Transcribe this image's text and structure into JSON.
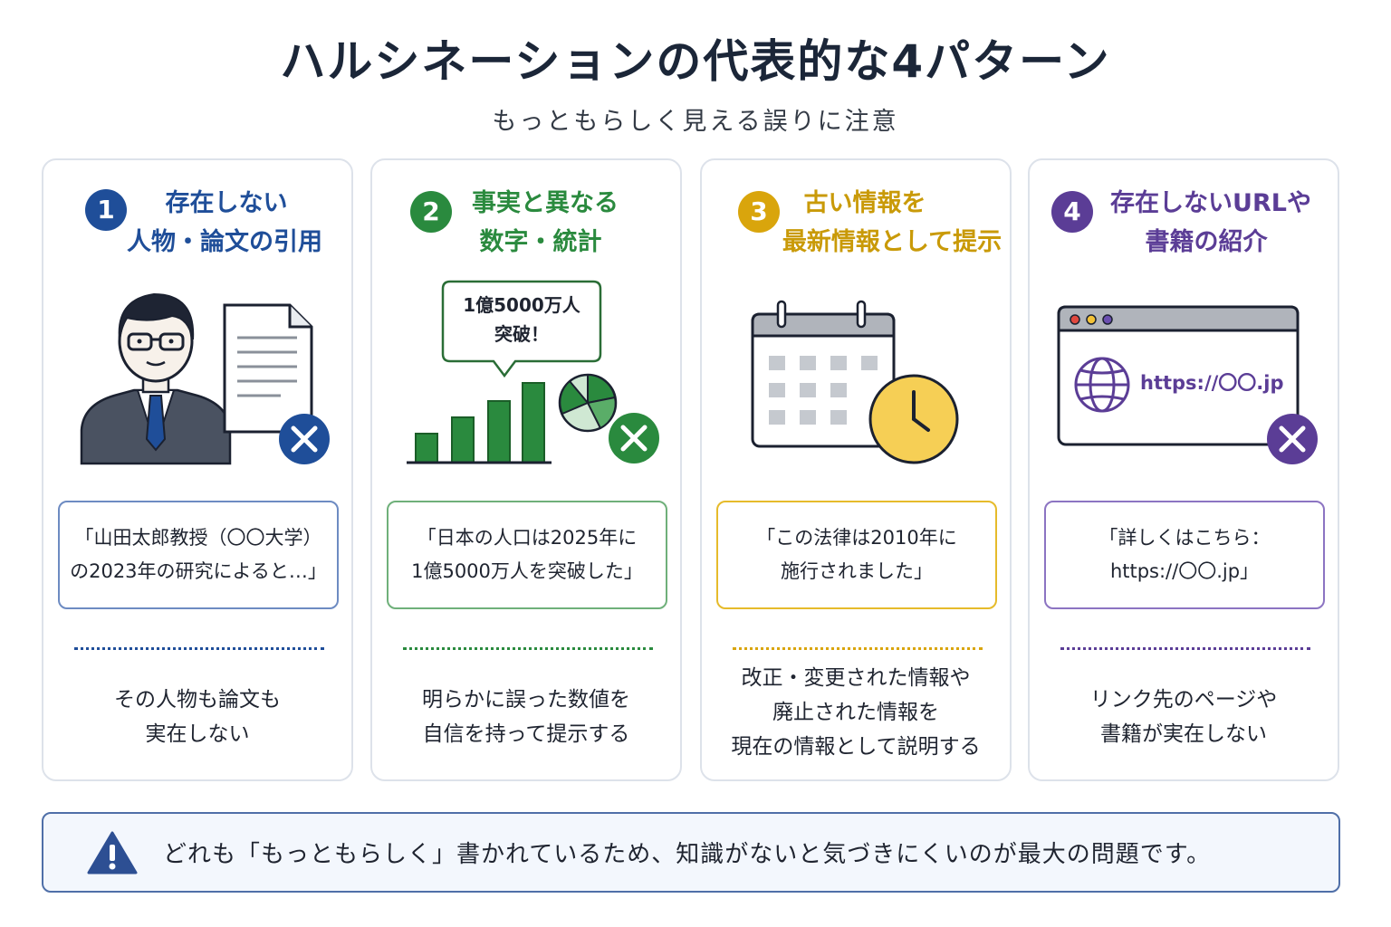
{
  "header": {
    "title": "ハルシネーションの代表的な4パターン",
    "subtitle": "もっともらしく見える誤りに注意"
  },
  "colors": {
    "blue": "#1f4e99",
    "green": "#2a8a3e",
    "yellow": "#d9a50c",
    "purple": "#5b3d96",
    "footer_border": "#4f6fa8"
  },
  "cards": [
    {
      "number": "1",
      "title_line1": "存在しない",
      "title_line2": "人物・論文の引用",
      "icons": [
        "person-icon",
        "document-icon",
        "cross-icon"
      ],
      "quote": "「山田太郎教授（〇〇大学）\nの2023年の研究によると…」",
      "description": "その人物も論文も\n実在しない"
    },
    {
      "number": "2",
      "title_line1": "事実と異なる",
      "title_line2": "数字・統計",
      "icons": [
        "bar-chart-icon",
        "pie-chart-icon",
        "speech-bubble-icon",
        "cross-icon"
      ],
      "bubble": "1億5000万人\n突破！",
      "quote": "「日本の人口は2025年に\n1億5000万人を突破した」",
      "description": "明らかに誤った数値を\n自信を持って提示する"
    },
    {
      "number": "3",
      "title_line1": "古い情報を",
      "title_line2": "最新情報として提示",
      "icons": [
        "calendar-icon",
        "clock-icon"
      ],
      "quote": "「この法律は2010年に\n施行されました」",
      "description": "改正・変更された情報や\n廃止された情報を\n現在の情報として説明する"
    },
    {
      "number": "4",
      "title_line1": "存在しないURLや",
      "title_line2": "書籍の紹介",
      "icons": [
        "browser-window-icon",
        "globe-icon",
        "cross-icon"
      ],
      "url": "https://〇〇.jp",
      "quote": "「詳しくはこちら：\nhttps://〇〇.jp」",
      "description": "リンク先のページや\n書籍が実在しない"
    }
  ],
  "footer": {
    "icon": "warning-icon",
    "text": "どれも「もっともらしく」書かれているため、知識がないと気づきにくいのが最大の問題です。"
  }
}
